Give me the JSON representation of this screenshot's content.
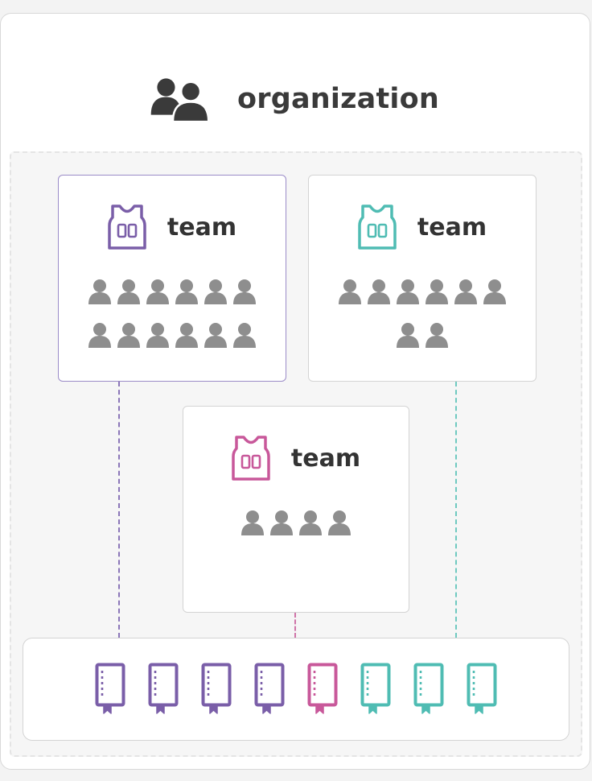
{
  "organization": {
    "title": "organization",
    "icon": "users-icon",
    "color": "#3a3a3a"
  },
  "teams": [
    {
      "label": "team",
      "icon": "jersey-icon",
      "color": "#7a5ea8",
      "member_count": 12,
      "selected": true
    },
    {
      "label": "team",
      "icon": "jersey-icon",
      "color": "#4fbcb3",
      "member_count": 8,
      "selected": false
    },
    {
      "label": "team",
      "icon": "jersey-icon",
      "color": "#c8589a",
      "member_count": 4,
      "selected": false
    }
  ],
  "repositories": [
    {
      "icon": "repo-book-icon",
      "color": "#7a5ea8"
    },
    {
      "icon": "repo-book-icon",
      "color": "#7a5ea8"
    },
    {
      "icon": "repo-book-icon",
      "color": "#7a5ea8"
    },
    {
      "icon": "repo-book-icon",
      "color": "#7a5ea8"
    },
    {
      "icon": "repo-book-icon",
      "color": "#c8589a"
    },
    {
      "icon": "repo-book-icon",
      "color": "#4fbcb3"
    },
    {
      "icon": "repo-book-icon",
      "color": "#4fbcb3"
    },
    {
      "icon": "repo-book-icon",
      "color": "#4fbcb3"
    }
  ],
  "member_icon": {
    "icon": "person-icon",
    "color": "#8e8e8e"
  }
}
